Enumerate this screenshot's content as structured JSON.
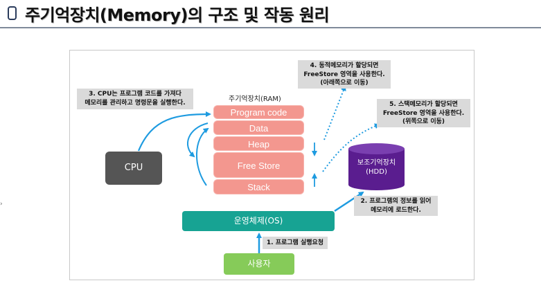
{
  "title": "주기억장치(Memory)의 구조 및 작동 원리",
  "ram": {
    "label": "주기억장치(RAM)",
    "segments": [
      "Program code",
      "Data",
      "Heap",
      "Free Store",
      "Stack"
    ]
  },
  "cpu": "CPU",
  "os": "운영체제(OS)",
  "user": "사용자",
  "hdd": {
    "line1": "보조기억장치",
    "line2": "(HDD)"
  },
  "notes": {
    "step1": "1. 프로그램 실행요청",
    "step2": [
      "2. 프로그램의 정보를 읽어",
      "메모리에 로드한다."
    ],
    "step3": [
      "3. CPU는 프로그램 코드를 가져다",
      "메모리를 관리하고 명령문을 실행한다."
    ],
    "step4": [
      "4. 동적메모리가 할당되면",
      "FreeStore 영역을 사용한다.",
      "(아래쪽으로 이동)"
    ],
    "step5": [
      "5. 스택메모리가 할당되면",
      "FreeStore 영역을 사용한다.",
      "(위쪽으로 이동)"
    ]
  },
  "colors": {
    "segment": "#f3978f",
    "cpu": "#555555",
    "os": "#17a393",
    "user": "#86cb59",
    "hdd": "#5a1d8f",
    "arrow": "#1e9be0",
    "note_bg": "#dadada"
  }
}
